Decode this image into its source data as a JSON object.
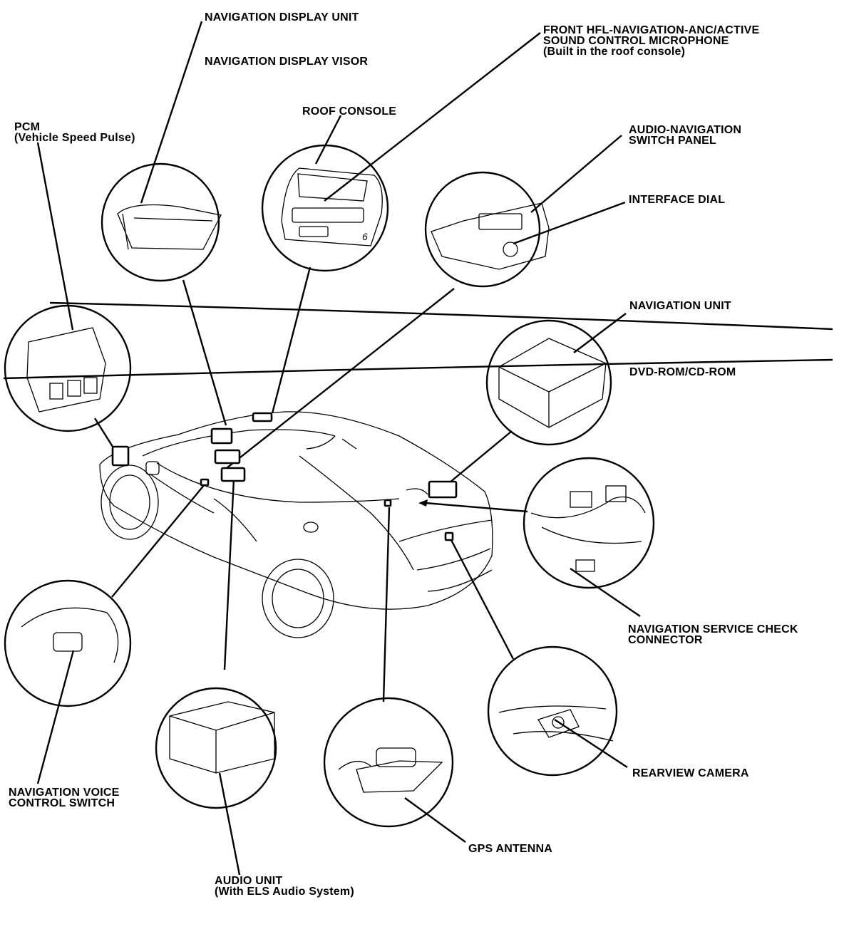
{
  "labels": {
    "nav_display_unit": "NAVIGATION DISPLAY UNIT",
    "nav_display_visor": "NAVIGATION DISPLAY VISOR",
    "front_hfl_mic": [
      "FRONT HFL-NAVIGATION-ANC/ACTIVE",
      "SOUND CONTROL MICROPHONE",
      "(Built in the roof console)"
    ],
    "roof_console": "ROOF CONSOLE",
    "pcm": [
      "PCM",
      "(Vehicle Speed Pulse)"
    ],
    "audio_nav_switch_panel": [
      "AUDIO-NAVIGATION",
      "SWITCH PANEL"
    ],
    "interface_dial": "INTERFACE DIAL",
    "navigation_unit": "NAVIGATION UNIT",
    "dvd_rom": "DVD-ROM/CD-ROM",
    "nav_service_check": [
      "NAVIGATION SERVICE CHECK",
      "CONNECTOR"
    ],
    "rearview_camera": "REARVIEW CAMERA",
    "gps_antenna": "GPS ANTENNA",
    "audio_unit": [
      "AUDIO UNIT",
      "(With ELS Audio System)"
    ],
    "nav_voice_switch": [
      "NAVIGATION VOICE",
      "CONTROL SWITCH"
    ],
    "console_badge": "6"
  }
}
